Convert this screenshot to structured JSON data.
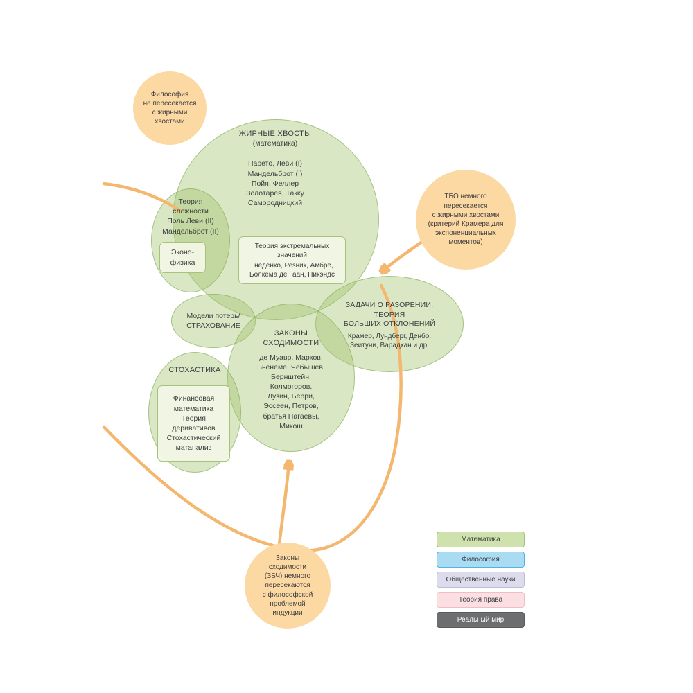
{
  "diagram": {
    "philosophy_note": {
      "text": "Философия\nне пересекается\nс жирными\nхвостами"
    },
    "fat_tails": {
      "title": "ЖИРНЫЕ ХВОСТЫ",
      "subtitle": "(математика)",
      "names": "Парето, Леви (I)\nМандельброт (I)\nПойя, Феллер\nЗолотарев, Такку\nСамородницкий"
    },
    "complexity": {
      "text": "Теория\nсложности\nПоль Леви (II)\nМандельброт (II)"
    },
    "econophysics": {
      "text": "Эконо-\nфизика"
    },
    "extreme_value": {
      "title": "Теория экстремальных\nзначений",
      "names": "Гнеденко, Резник, Амбре,\nБолкема де Гаан, Пикэндс"
    },
    "loss_models": {
      "text": "Модели потерь/\nСТРАХОВАНИЕ"
    },
    "ruin": {
      "title": "ЗАДАЧИ О РАЗОРЕНИИ,\nТЕОРИЯ\nБОЛЬШИХ ОТКЛОНЕНИЙ",
      "names": "Крамер, Лундберг, Денбо,\nЗеитуни, Варадхан и др."
    },
    "convergence": {
      "title": "ЗАКОНЫ\nСХОДИМОСТИ",
      "names": "де Муавр, Марков,\nБьенеме, Чебышёв,\nБернштейн,\nКолмогоров,\nЛузин, Берри,\nЭссеен, Петров,\nбратья Нагаевы,\nМикош"
    },
    "stochastics": {
      "title": "СТОХАСТИКА",
      "box": "Финансовая\nматематика\nТеория\nдеривативов\nСтохастический\nматанализ"
    },
    "tbo_note": {
      "text": "ТБО немного\nпересекается\nс жирными хвостами\n(критерий Крамера для\nэкспоненциальных\nмоментов)"
    },
    "lln_note": {
      "text": "Законы\nсходимости\n(ЗБЧ) немного\nпересекаются\nс философской\nпроблемой\nиндукции"
    }
  },
  "colors": {
    "ellipse_fill": "#a1c46b",
    "inner_box_fill": "#f2f7e6",
    "orange_note_fill": "#fcd8a3",
    "connector_line": "#f3b76f",
    "text": "#3e3e3e"
  },
  "legend": {
    "items": [
      {
        "label": "Математика",
        "fill": "#cfe2ae",
        "border": "#a3c478",
        "text": "#3f3f3f",
        "css": "background:#cfe2ae;border:1px solid #a3c478;color:#3f3f3f"
      },
      {
        "label": "Философия",
        "fill": "#a9dcf3",
        "border": "#54b2e0",
        "text": "#3f3f3f",
        "css": "background:#a9dcf3;border:1px solid #54b2e0;color:#3f3f3f"
      },
      {
        "label": "Общественные науки",
        "fill": "#dddced",
        "border": "#bdbcd6",
        "text": "#3f3f3f",
        "css": "background:#dddced;border:1px solid #bdbcd6;color:#3f3f3f"
      },
      {
        "label": "Теория права",
        "fill": "#fbdfe3",
        "border": "#f0bfc6",
        "text": "#3f3f3f",
        "css": "background:#fbdfe3;border:1px solid #f0bfc6;color:#3f3f3f"
      },
      {
        "label": "Реальный мир",
        "fill": "#6d6e70",
        "border": "#5a5b5d",
        "text": "#ffffff",
        "css": "background:#6d6e70;border:1px solid #5a5b5d;color:#ffffff"
      }
    ]
  }
}
